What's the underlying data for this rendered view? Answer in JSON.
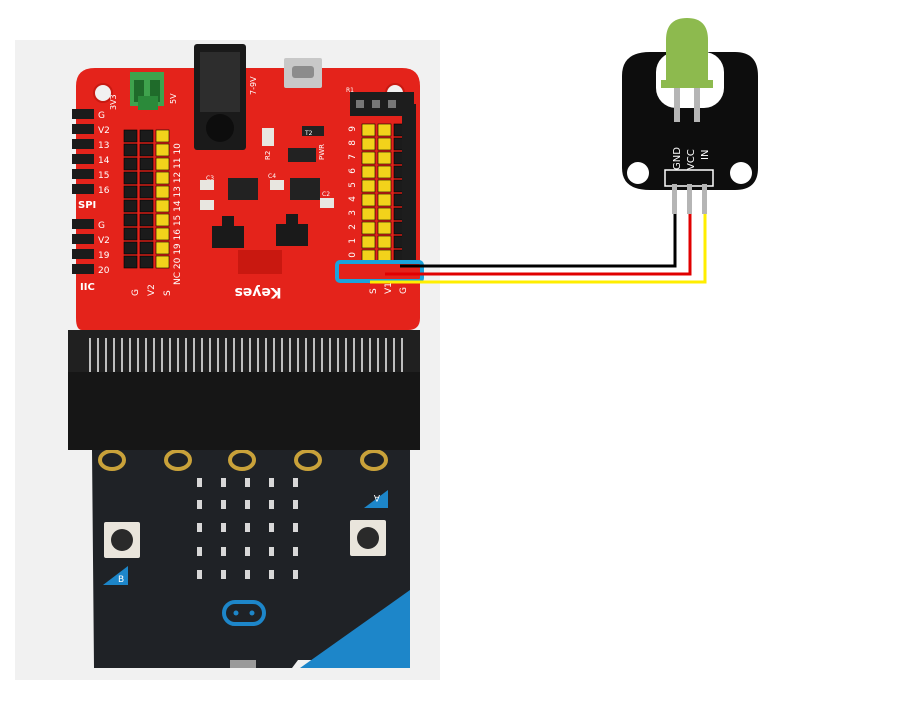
{
  "board": {
    "brand_label": "Keyes",
    "left_header_labels": [
      "G",
      "V2",
      "13",
      "14",
      "15",
      "16"
    ],
    "left_header2_labels": [
      "G",
      "V2",
      "19",
      "20"
    ],
    "spi_label": "SPI",
    "iic_label": "IIC",
    "top_pin_numbers": "NC 20 19 16 15 14 13 12 11 10",
    "right_pin_numbers": [
      "9",
      "8",
      "7",
      "6",
      "5",
      "4",
      "3",
      "2",
      "1",
      "0"
    ],
    "bottom_left_labels": [
      "G",
      "V2",
      "S"
    ],
    "bottom_right_labels": [
      "S",
      "V1",
      "G"
    ],
    "jumper_labels": [
      "3V3",
      "5V"
    ],
    "power_label": "7-9V",
    "pwr_label": "PWR",
    "r2_label": "R2",
    "r1_label": "R1",
    "c_labels": [
      "C3",
      "C4",
      "C2"
    ],
    "t_label": "T2"
  },
  "microbit": {
    "button_a": "A",
    "button_b": "B"
  },
  "led_module": {
    "pin_labels": [
      "GND",
      "VCC",
      "IN"
    ]
  },
  "wires": {
    "colors": [
      "#000000",
      "#e00000",
      "#ffee00"
    ]
  },
  "highlight_color": "#1aa3dc"
}
